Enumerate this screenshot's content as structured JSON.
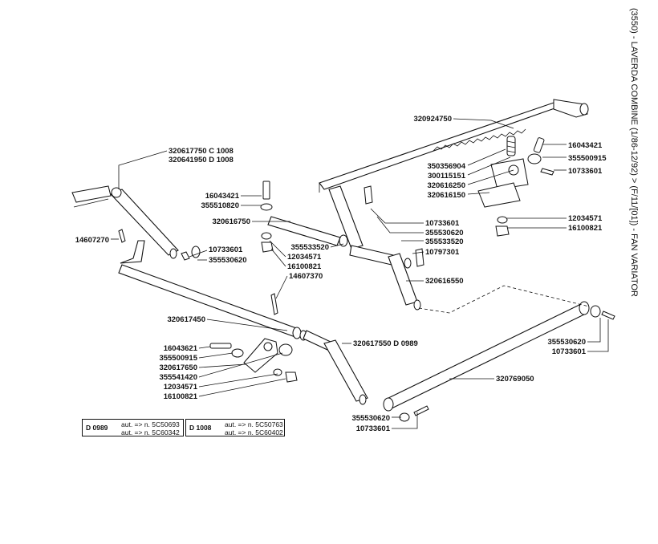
{
  "caption": "(3550) - LAVERDA COMBINE (1/86-12/92) > (F/11/[01]) - FAN VARIATOR",
  "labels": {
    "p320924750": "320924750",
    "p16043421_top": "16043421",
    "p355500915_top": "355500915",
    "p10733601_top": "10733601",
    "p350356904": "350356904",
    "p300115151": "300115151",
    "p320616250": "320616250",
    "p320616150": "320616150",
    "p12034571_r": "12034571",
    "p16100821_r": "16100821",
    "p320617750": "320617750 C 1008",
    "p320641950": "320641950 D 1008",
    "p16043421_l": "16043421",
    "p355510820": "355510820",
    "p320616750": "320616750",
    "p14607270": "14607270",
    "p10733601_m": "10733601",
    "p355530620_m": "355530620",
    "p355533520_a": "355533520",
    "p12034571_m": "12034571",
    "p16100821_m": "16100821",
    "p14607370": "14607370",
    "p10733601_c": "10733601",
    "p355530620_c": "355530620",
    "p355533520_c": "355533520",
    "p10797301": "10797301",
    "p320616550": "320616550",
    "p320617450": "320617450",
    "p320617550": "320617550 D 0989",
    "p16043621": "16043621",
    "p355500915_b": "355500915",
    "p320617650": "320617650",
    "p355541420": "355541420",
    "p12034571_b": "12034571",
    "p16100821_b": "16100821",
    "p320769050": "320769050",
    "p355530620_rb": "355530620",
    "p10733601_rb": "10733601",
    "p355530620_bb": "355530620",
    "p10733601_bb": "10733601"
  },
  "notes": [
    {
      "code": "D 0989",
      "line1": "aut. => n. 5C50693",
      "line2": "aut. => n. 5C60342"
    },
    {
      "code": "D 1008",
      "line1": "aut. => n. 5C50763",
      "line2": "aut. => n. 5C60402"
    }
  ]
}
